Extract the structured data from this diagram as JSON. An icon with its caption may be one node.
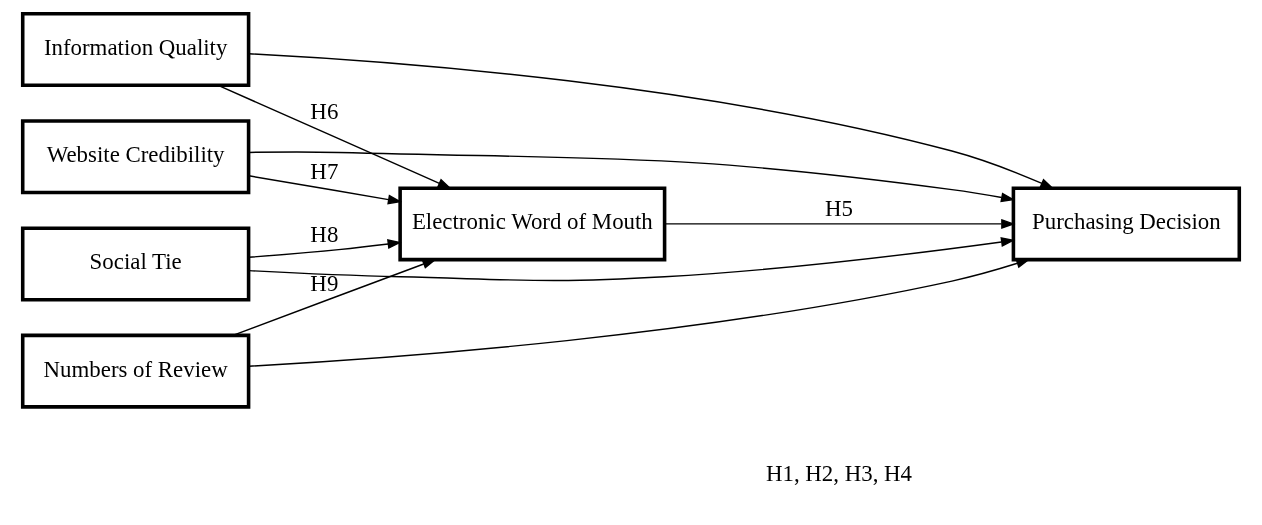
{
  "diagram": {
    "nodes": [
      {
        "text": [
          "Information Quality"
        ]
      },
      {
        "text": [
          "Website Credibility"
        ]
      },
      {
        "text": [
          "Social Tie"
        ]
      },
      {
        "text": [
          "Numbers of Review"
        ]
      },
      {
        "text": [
          "Electronic Word of Mouth"
        ]
      },
      {
        "text": [
          "Purchasing Decision"
        ]
      }
    ],
    "edges": [
      {
        "from": 0,
        "to": 4,
        "arrow": "to",
        "label": "H6"
      },
      {
        "from": 1,
        "to": 4,
        "arrow": "to",
        "label": "H7"
      },
      {
        "from": 2,
        "to": 4,
        "arrow": "to",
        "label": "H8"
      },
      {
        "from": 3,
        "to": 4,
        "arrow": "to",
        "label": "H9"
      },
      {
        "from": 4,
        "to": 5,
        "arrow": "to",
        "label": "H5"
      },
      {
        "from": 0,
        "to": 5,
        "arrow": "to"
      },
      {
        "from": 1,
        "to": 5,
        "arrow": "to"
      },
      {
        "from": 2,
        "to": 5,
        "arrow": "to"
      },
      {
        "from": 3,
        "to": 5,
        "arrow": "to"
      }
    ],
    "labels": [
      "H1, H2, H3, H4"
    ]
  }
}
